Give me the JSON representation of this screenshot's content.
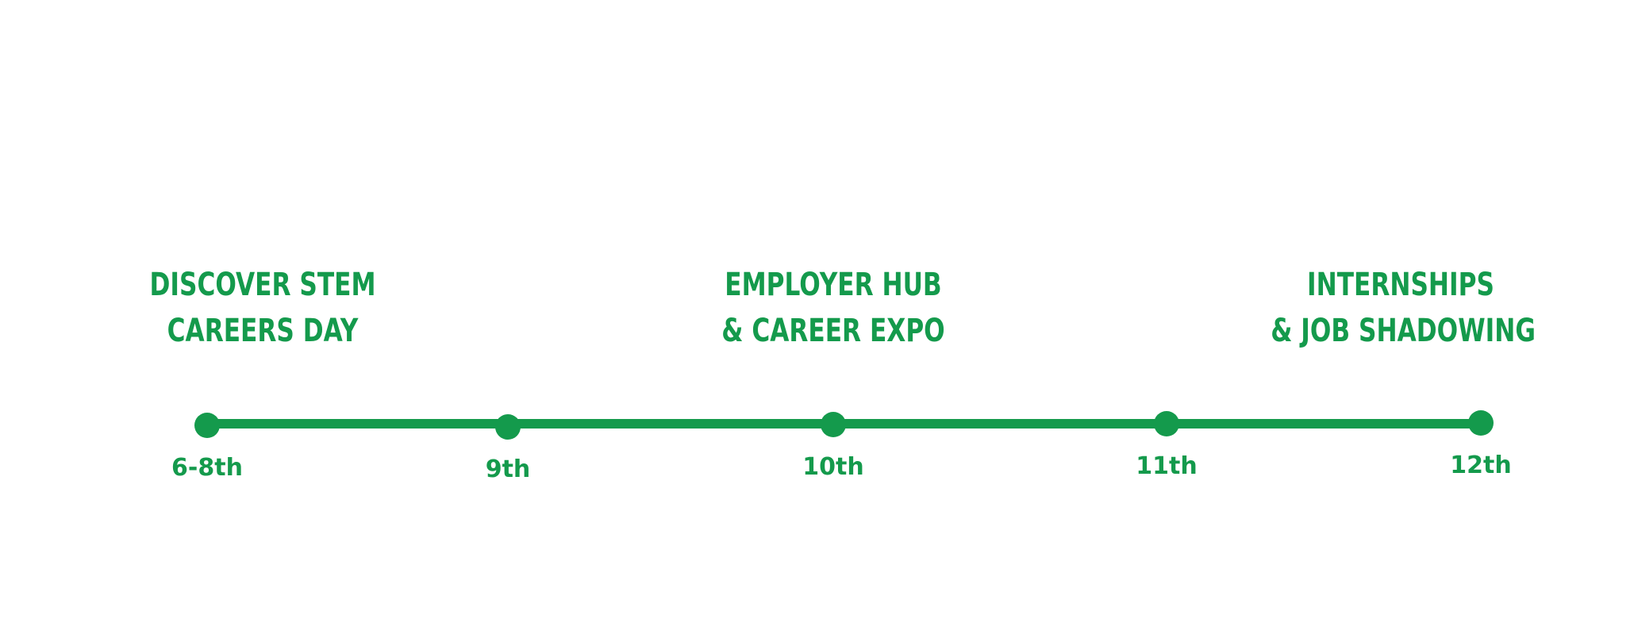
{
  "colors": {
    "accent": "#149a4c"
  },
  "timeline": {
    "milestones": [
      {
        "grade": "6-8th"
      },
      {
        "grade": "9th"
      },
      {
        "grade": "10th"
      },
      {
        "grade": "11th"
      },
      {
        "grade": "12th"
      }
    ],
    "events": [
      {
        "milestone": 0,
        "lines": [
          "DISCOVER STEM",
          "CAREERS DAY"
        ]
      },
      {
        "milestone": 2,
        "lines": [
          "EMPLOYER HUB",
          "& CAREER EXPO"
        ]
      },
      {
        "milestone": 4,
        "lines": [
          "INTERNSHIPS",
          "& JOB SHADOWING"
        ]
      }
    ]
  }
}
